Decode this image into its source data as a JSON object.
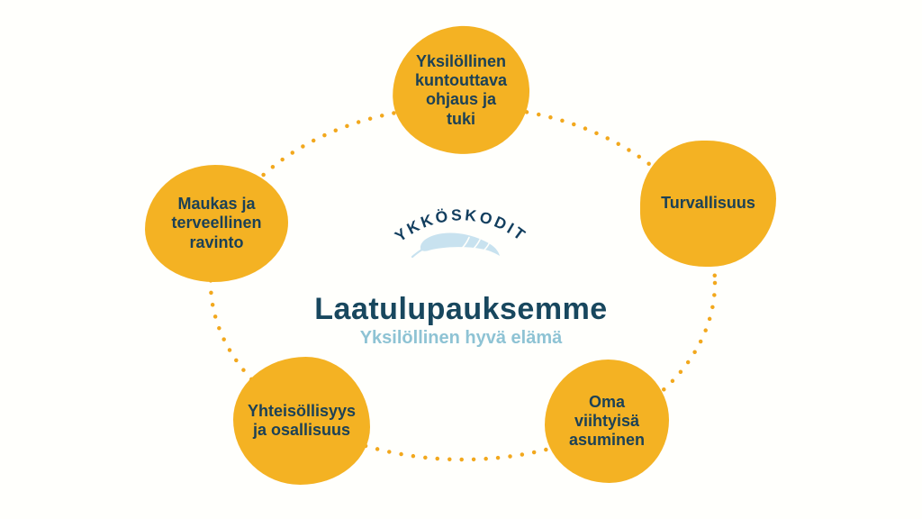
{
  "diagram": {
    "title": "Laatulupauksemme",
    "subtitle": "Yksilöllinen hyvä elämä",
    "logo": {
      "text": "YKKÖSKODIT",
      "icon": "feather-icon"
    },
    "bubbles": [
      {
        "position": "top",
        "label": "Yksilöllinen\nkuntouttava\nohjaus ja\ntuki"
      },
      {
        "position": "right",
        "label": "Turvallisuus"
      },
      {
        "position": "bottom-right",
        "label": "Oma\nviihtyisä\nasuminen"
      },
      {
        "position": "bottom-left",
        "label": "Yhteisöllisyys\nja osallisuus"
      },
      {
        "position": "left",
        "label": "Maukas ja\nterveellinen\nravinto"
      }
    ],
    "colors": {
      "background": "#FFFFFC",
      "bubble_yellow": "#F4B223",
      "dot_yellow": "#F2A81D",
      "bubble_text_navy": "#1C4156",
      "title_navy": "#18475E",
      "subtitle_blue": "#8EC3D4",
      "logo_navy": "#123E5E",
      "feather_blue": "#C8E2EF"
    }
  }
}
